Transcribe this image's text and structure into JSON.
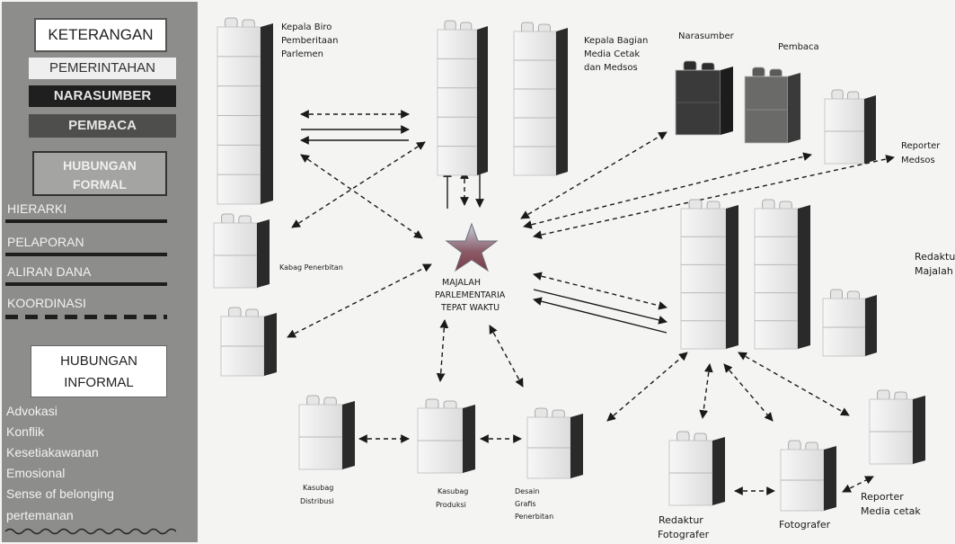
{
  "legend": {
    "title": "KETERANGAN",
    "roles": [
      "PEMERINTAHAN",
      "NARASUMBER",
      "PEMBACA"
    ],
    "formal_title": [
      "HUBUNGAN",
      "FORMAL"
    ],
    "formal_items": [
      "HIERARKI",
      "PELAPORAN",
      "ALIRAN DANA",
      "KOORDINASI"
    ],
    "informal_title": [
      "HUBUNGAN",
      "INFORMAL"
    ],
    "informal_items": [
      "Advokasi",
      "Konflik",
      "Kesetiakawanan",
      "Emosional",
      "Sense of belonging",
      "pertemanan"
    ]
  },
  "nodes": {
    "kepala_biro": [
      "Kepala Biro",
      "Pemberitaan",
      "Parlemen"
    ],
    "kepala_bagian": [
      "Kepala Bagian",
      "Media Cetak",
      "dan Medsos"
    ],
    "narasumber": "Narasumber",
    "pembaca": "Pembaca",
    "reporter_medsos": [
      "Reporter",
      "Medsos"
    ],
    "kabag_penerbitan": "Kabag Penerbitan",
    "center": [
      "MAJALAH",
      "PARLEMENTARIA",
      "TEPAT WAKTU"
    ],
    "redaktur_majalah": [
      "Redaktur",
      "Majalah"
    ],
    "kasubag_distribusi": [
      "Kasubag",
      "Distribusi"
    ],
    "kasubag_produksi": [
      "Kasubag",
      "Produksi"
    ],
    "desain_grafis": [
      "Desain",
      "Grafis",
      "Penerbitan"
    ],
    "redaktur_fotografer": [
      "Redaktur",
      "Fotografer"
    ],
    "fotografer": "Fotografer",
    "reporter_media_cetak": [
      "Reporter",
      "Media cetak"
    ]
  }
}
